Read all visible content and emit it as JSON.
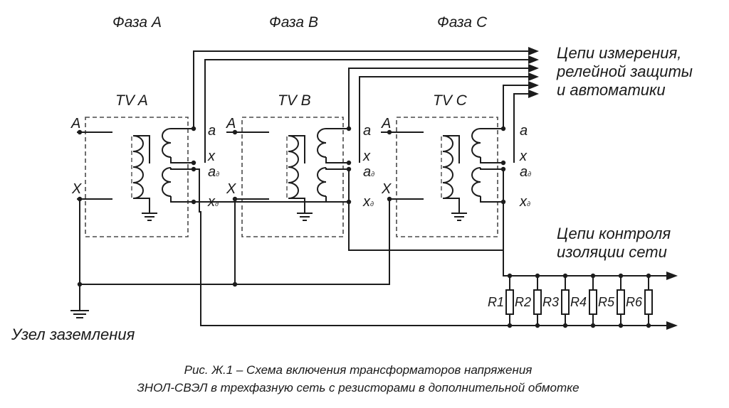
{
  "phases": [
    "Фаза A",
    "Фаза B",
    "Фаза C"
  ],
  "transformers": [
    "TV A",
    "TV B",
    "TV C"
  ],
  "terminals": {
    "primary_A": "A",
    "primary_X": "X",
    "a": "a",
    "x": "x",
    "ad_main": "a",
    "ad_sub": "д",
    "xd_main": "x",
    "xd_sub": "д"
  },
  "measurement_label": [
    "Цепи измерения,",
    "релейной защиты",
    "и автоматики"
  ],
  "insulation_label": [
    "Цепи контроля",
    "изоляции сети"
  ],
  "resistors": [
    "R1",
    "R2",
    "R3",
    "R4",
    "R5",
    "R6"
  ],
  "ground_label": "Узел заземления",
  "caption": [
    "Рис. Ж.1 – Схема включения трансформаторов напряжения",
    "ЗНОЛ-СВЭЛ в трехфазную сеть с резисторами в дополнительной обмотке"
  ]
}
